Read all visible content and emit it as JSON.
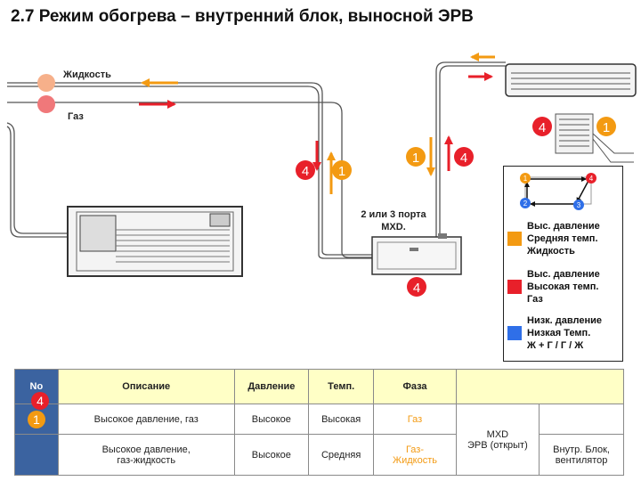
{
  "title": "2.7 Режим обогрева – внутренний блок, выносной ЭРВ",
  "pipes": {
    "liquid_label": "Жидкость",
    "gas_label": "Газ"
  },
  "mxd": {
    "label_line1": "2 или 3 порта",
    "label_line2": "MXD."
  },
  "badges": {
    "four": "4",
    "one": "1",
    "two": "2",
    "three": "3"
  },
  "colors": {
    "orange": "#f39a12",
    "red": "#e8202a",
    "blue": "#2f6fe8",
    "legend_header": "#3b63a0",
    "table_header": "#ffffc6"
  },
  "legend": [
    {
      "color": "#f39a12",
      "lines": [
        "Выс. давление",
        "Средняя темп.",
        "Жидкость"
      ]
    },
    {
      "color": "#e8202a",
      "lines": [
        "Выс. давление",
        "Высокая темп.",
        "Газ"
      ]
    },
    {
      "color": "#2f6fe8",
      "lines": [
        "Низк. давление",
        "Низкая Темп.",
        "Ж + Г / Г / Ж"
      ]
    }
  ],
  "table": {
    "headers": [
      "No",
      "Описание",
      "Давление",
      "Темп.",
      "Фаза",
      ""
    ],
    "rows": [
      {
        "desc": "Высокое давление, газ",
        "pressure": "Высокое",
        "temp": "Высокая",
        "phase": "Газ"
      },
      {
        "desc_line1": "Высокое давление,",
        "desc_line2": "газ-жидкость",
        "pressure": "Высокое",
        "temp": "Средняя",
        "phase_line1": "Газ-",
        "phase_line2": "Жидкость"
      }
    ],
    "device_line1": "MXD",
    "device_line2": "ЭРВ (открыт)",
    "unit_line1": "Внутр. Блок,",
    "unit_line2": "вентилятор"
  }
}
